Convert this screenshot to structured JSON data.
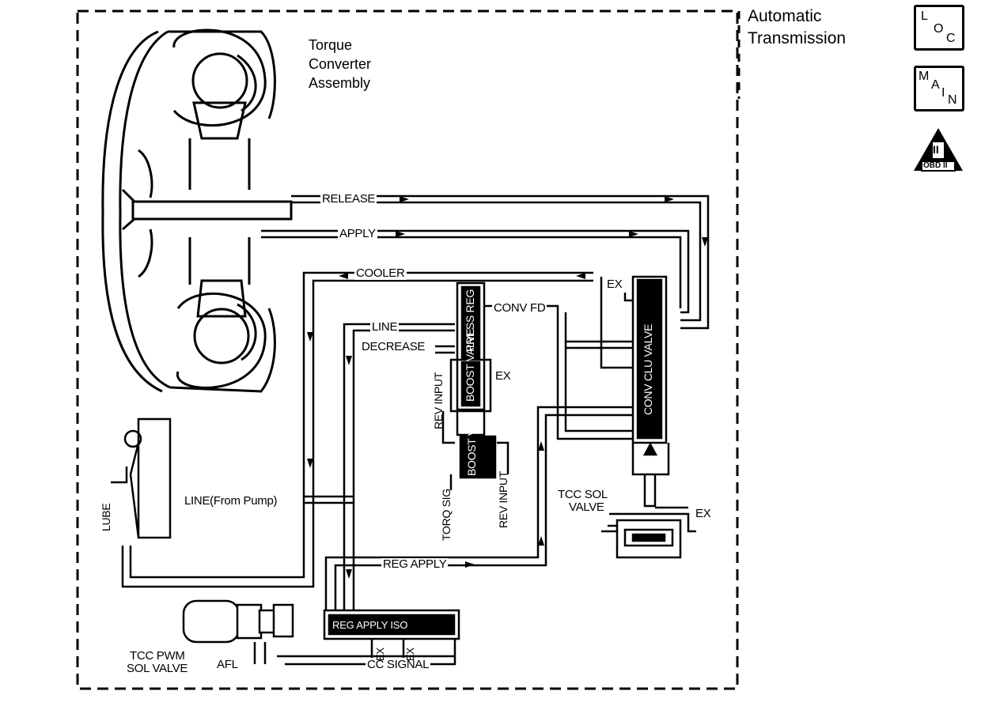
{
  "header": {
    "title_line1": "Automatic",
    "title_line2": "Transmission"
  },
  "badges": {
    "loc": [
      "L",
      "O",
      "C"
    ],
    "main": [
      "M",
      "A",
      "I",
      "N"
    ],
    "obd": {
      "numeral": "II",
      "text": "OBD II"
    }
  },
  "labels": {
    "torque_converter": [
      "Torque",
      "Converter",
      "Assembly"
    ],
    "release": "RELEASE",
    "apply": "APPLY",
    "cooler": "COOLER",
    "line": "LINE",
    "decrease": "DECREASE",
    "conv_fd": "CONV FD",
    "ex": "EX",
    "rev_input": "REV INPUT",
    "torq_sig": "TORQ SIG",
    "line_from_pump": "LINE(From Pump)",
    "lube": "LUBE",
    "reg_apply": "REG APPLY",
    "cc_signal": "CC SIGNAL",
    "afl": "AFL",
    "tcc_pwm": [
      "TCC PWM",
      "SOL VALVE"
    ],
    "tcc_sol": [
      "TCC SOL",
      "VALVE"
    ]
  },
  "valves": {
    "press_reg": "PRESS REG",
    "boost_valve_top": "BOOST VALVE",
    "boost_valve_bottom": "BOOST V",
    "conv_clu_valve": "CONV CLU VALVE",
    "reg_apply_iso": "REG APPLY ISO"
  }
}
